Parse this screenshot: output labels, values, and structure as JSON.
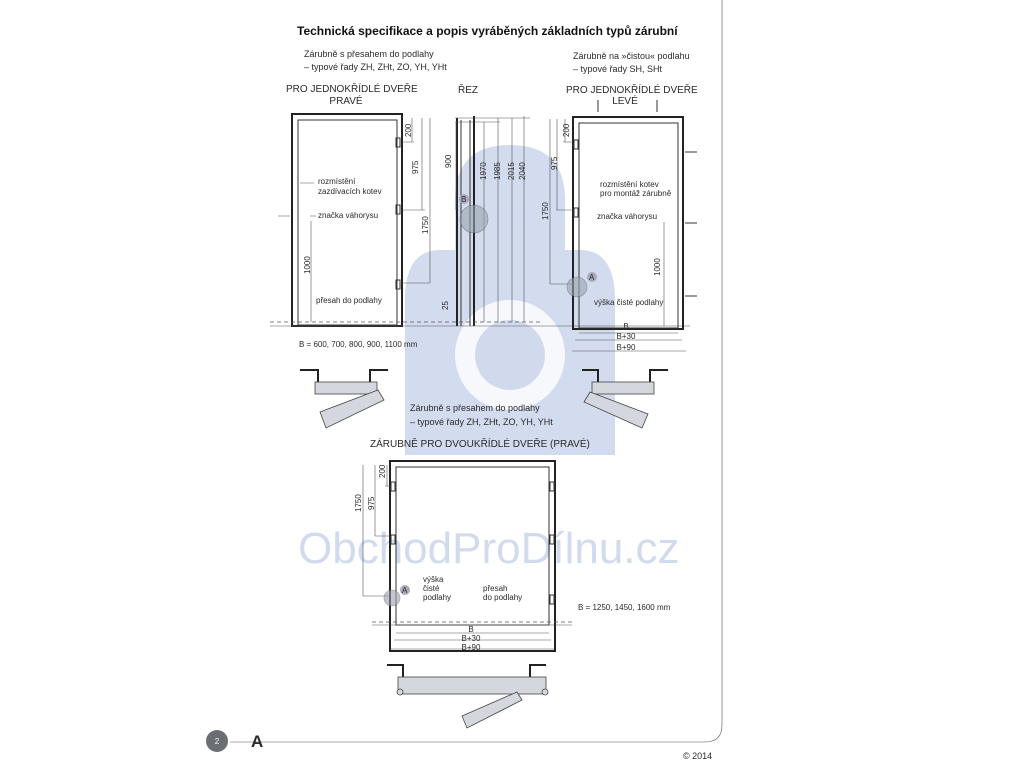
{
  "title": "Technická specifikace a popis vyráběných základních typů zárubní",
  "left_type": {
    "line1": "Zárubně s přesahem do podlahy",
    "line2": "– typové řady ZH, ZHt, ZO, YH, YHt"
  },
  "right_type": {
    "line1": "Zárubně na »čistou« podlahu",
    "line2": "– typové řady SH, SHt"
  },
  "left_door": {
    "heading1": "PRO JEDNOKŘÍDLÉ DVEŘE",
    "heading2": "PRAVÉ",
    "anchors1": "rozmístění",
    "anchors2": "zazdívacích kotev",
    "level_mark": "značka váhorysu",
    "overlap": "přesah do podlahy",
    "dims": {
      "d200": "200",
      "d975": "975",
      "d1750": "1750",
      "d1000": "1000"
    }
  },
  "section": {
    "heading": "ŘEZ",
    "marker": "B",
    "dims": {
      "d900": "900",
      "d1970": "1970",
      "d1985": "1985",
      "d2015": "2015",
      "d2040": "2040",
      "d25": "25"
    }
  },
  "right_door": {
    "heading1": "PRO JEDNOKŘÍDLÉ DVEŘE",
    "heading2": "LEVÉ",
    "anchors1": "rozmístění kotev",
    "anchors2": "pro montáž zárubně",
    "level_mark": "značka váhorysu",
    "floor": "výška čisté podlahy",
    "marker": "A",
    "dims": {
      "d200": "200",
      "d975": "975",
      "d1750": "1750",
      "d1000": "1000",
      "b": "B",
      "b30": "B+30",
      "b90": "B+90"
    }
  },
  "single_widths": "B = 600, 700, 800, 900,  1100 mm",
  "double_type": {
    "line1": "Zárubně s přesahem do podlahy",
    "line2": "– typové řady ZH, ZHt, ZO, YH, YHt"
  },
  "double_door": {
    "heading": "ZÁRUBNĚ PRO DVOUKŘÍDLÉ DVEŘE (PRAVÉ)",
    "floor1": "výška",
    "floor2": "čisté",
    "floor3": "podlahy",
    "overlap1": "přesah",
    "overlap2": "do podlahy",
    "marker": "A",
    "dims": {
      "d200": "200",
      "d975": "975",
      "d1750": "1750",
      "b": "B",
      "b30": "B+30",
      "b90": "B+90"
    },
    "widths": "B = 1250, 1450, 1600 mm"
  },
  "watermark": "ObchodProDílnu.cz",
  "footer": {
    "page_number": "2",
    "section_letter": "A",
    "copyright": "© 2014"
  }
}
